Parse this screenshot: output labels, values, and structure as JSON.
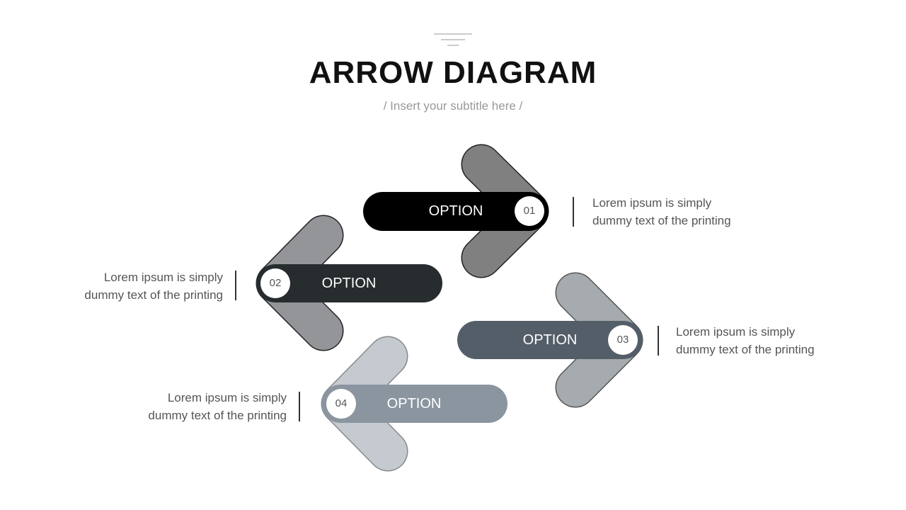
{
  "title": "ARROW DIAGRAM",
  "subtitle": "/ Insert your subtitle here /",
  "items": [
    {
      "label": "OPTION",
      "number": "01",
      "text": "Lorem ipsum is simply dummy text of the printing",
      "pill_color": "#000000",
      "arrow_color": "#808080"
    },
    {
      "label": "OPTION",
      "number": "02",
      "text": "Lorem ipsum is simply dummy text of the printing",
      "pill_color": "#272c2f",
      "arrow_color": "#939598"
    },
    {
      "label": "OPTION",
      "number": "03",
      "text": "Lorem ipsum is simply dummy text of the printing",
      "pill_color": "#545e68",
      "arrow_color": "#a5abae"
    },
    {
      "label": "OPTION",
      "number": "04",
      "text": "Lorem ipsum is simply dummy text of the printing",
      "pill_color": "#8a95a0",
      "arrow_color": "#c5cad0"
    }
  ]
}
